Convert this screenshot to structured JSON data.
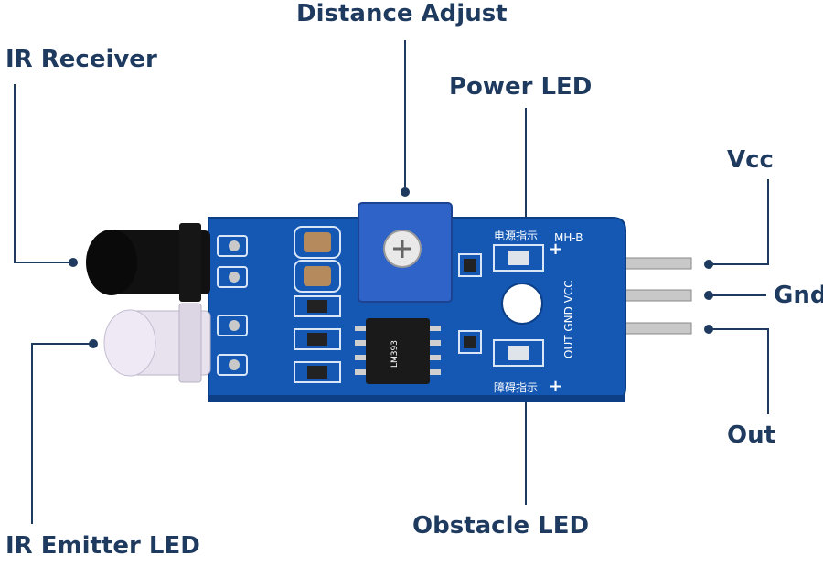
{
  "labels": {
    "distance_adjust": "Distance Adjust",
    "ir_receiver": "IR Receiver",
    "power_led": "Power LED",
    "vcc": "Vcc",
    "gnd": "Gnd",
    "out": "Out",
    "ir_emitter_led": "IR Emitter LED",
    "obstacle_led": "Obstacle LED"
  },
  "board": {
    "model": "MH-B",
    "pin_silk": "OUT GND VCC",
    "power_led_silk": "电源指示",
    "obstacle_led_silk": "障碍指示",
    "chip_text": "LM393",
    "plus_sign": "+"
  },
  "colors": {
    "callout": "#1f3a5f",
    "board": "#1458b4",
    "pot": "#2f63c8"
  }
}
